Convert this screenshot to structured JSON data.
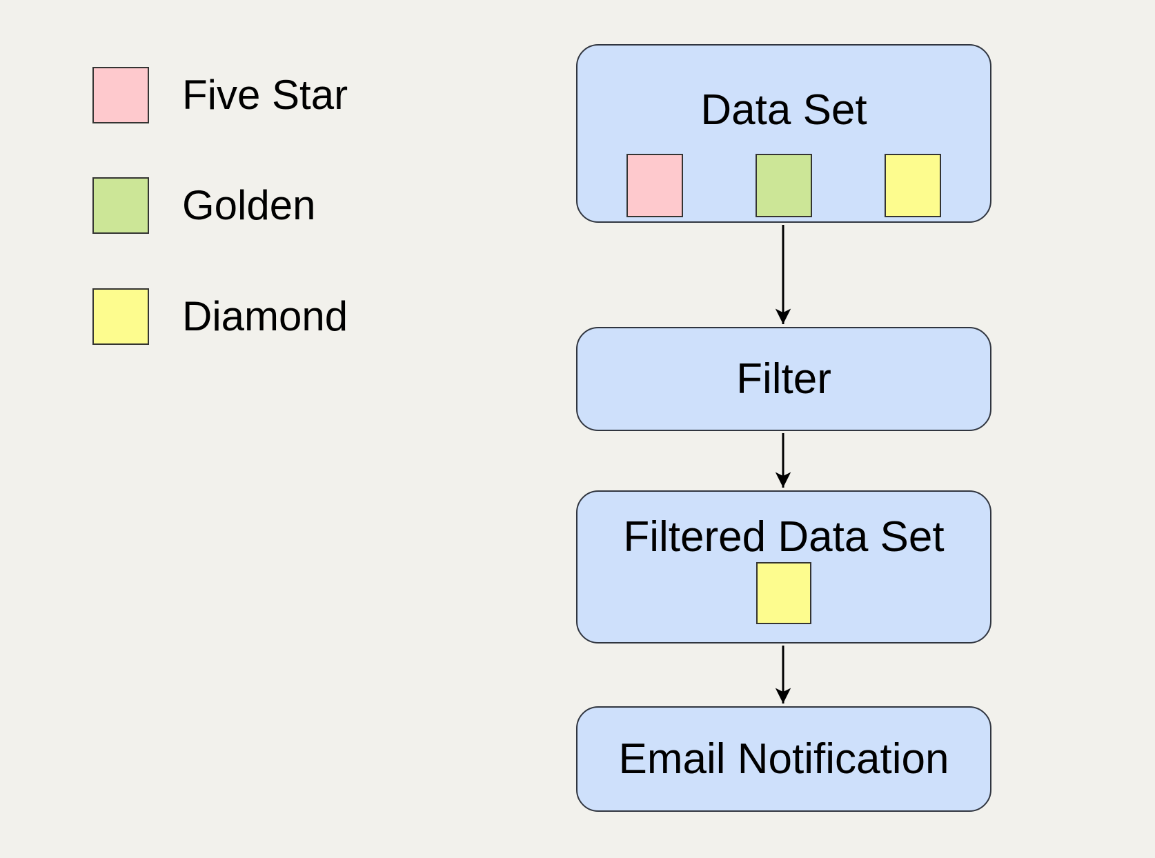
{
  "colors": {
    "background": "#f2f1ec",
    "node_fill": "#cee0fb",
    "node_border": "#30353f",
    "swatch_border": "#343432",
    "arrow": "#000000",
    "text": "#000000",
    "five_star": "#fec9cd",
    "golden": "#cce697",
    "diamond": "#fdfc8e"
  },
  "legend": {
    "items": [
      {
        "id": "five-star",
        "label": "Five Star",
        "color": "#fec9cd"
      },
      {
        "id": "golden",
        "label": "Golden",
        "color": "#cce697"
      },
      {
        "id": "diamond",
        "label": "Diamond",
        "color": "#fdfc8e"
      }
    ]
  },
  "flowchart": {
    "nodes": [
      {
        "id": "data-set",
        "label": "Data Set",
        "swatches": [
          {
            "name": "Five Star",
            "color": "#fec9cd"
          },
          {
            "name": "Golden",
            "color": "#cce697"
          },
          {
            "name": "Diamond",
            "color": "#fdfc8e"
          }
        ]
      },
      {
        "id": "filter",
        "label": "Filter",
        "swatches": []
      },
      {
        "id": "filtered-data-set",
        "label": "Filtered Data Set",
        "swatches": [
          {
            "name": "Diamond",
            "color": "#fdfc8e"
          }
        ]
      },
      {
        "id": "email-notification",
        "label": "Email Notification",
        "swatches": []
      }
    ],
    "edges": [
      {
        "from": "Data Set",
        "to": "Filter"
      },
      {
        "from": "Filter",
        "to": "Filtered Data Set"
      },
      {
        "from": "Filtered Data Set",
        "to": "Email Notification"
      }
    ]
  }
}
